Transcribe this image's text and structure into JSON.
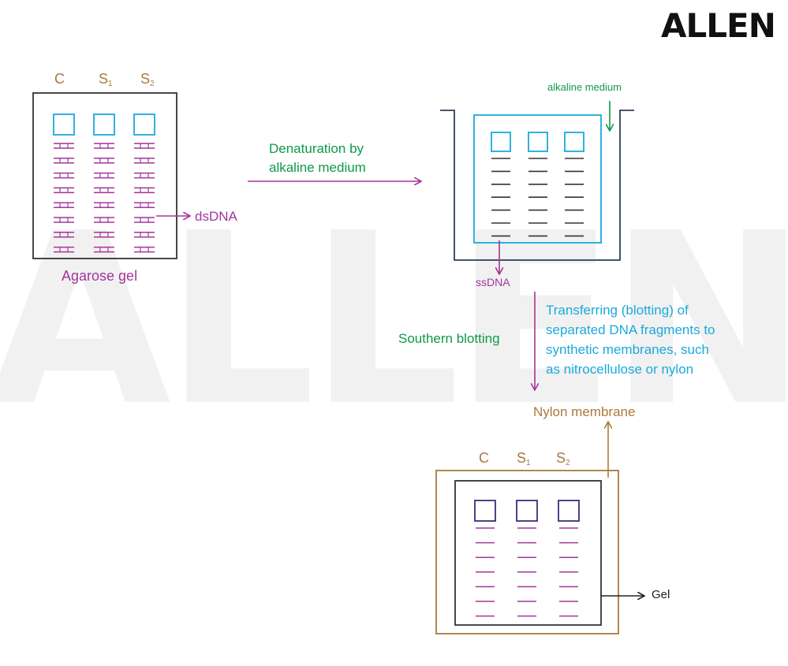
{
  "brand": {
    "logo_text": "ALLEN",
    "watermark_text": "ALLEN"
  },
  "gel": {
    "lanes": [
      "C",
      "S",
      "S"
    ],
    "lane_subs": [
      "",
      "1",
      "2"
    ],
    "caption": "Agarose gel",
    "pointer_label": "dsDNA"
  },
  "step1": {
    "line1": "Denaturation by",
    "line2": "alkaline medium"
  },
  "tank": {
    "medium_label": "alkaline medium",
    "pointer_label": "ssDNA"
  },
  "step2": {
    "label": "Southern blotting",
    "desc_lines": [
      "Transferring (blotting) of",
      "separated DNA fragments to",
      "synthetic membranes, such",
      "as nitrocellulose or nylon"
    ]
  },
  "membrane": {
    "label": "Nylon membrane",
    "lanes": [
      "C",
      "S",
      "S"
    ],
    "lane_subs": [
      "",
      "1",
      "2"
    ],
    "gel_label": "Gel"
  },
  "colors": {
    "green": "#0e9a48",
    "purple": "#a3359b",
    "cyan": "#1aa9dc",
    "brown": "#a87a3c",
    "navy": "#2c3e5a",
    "indigo": "#3a2d7a",
    "dark": "#333333"
  }
}
